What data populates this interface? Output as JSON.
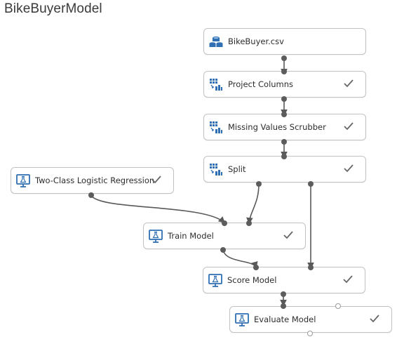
{
  "experiment": {
    "title": "BikeBuyerModel"
  },
  "modules": [
    {
      "label": "BikeBuyer.csv",
      "icon": "dataset-icon",
      "status": ""
    },
    {
      "label": "Project Columns",
      "icon": "table-transform-icon",
      "status": "completed-check"
    },
    {
      "label": "Missing Values Scrubber",
      "icon": "table-transform-icon",
      "status": "completed-check"
    },
    {
      "label": "Split",
      "icon": "table-transform-icon",
      "status": "completed-check"
    },
    {
      "label": "Two-Class Logistic Regression",
      "icon": "model-flask-icon",
      "status": "completed-check"
    },
    {
      "label": "Train Model",
      "icon": "model-flask-icon",
      "status": "completed-check"
    },
    {
      "label": "Score Model",
      "icon": "model-flask-icon",
      "status": "completed-check"
    },
    {
      "label": "Evaluate Model",
      "icon": "model-flask-icon",
      "status": "completed-check"
    }
  ],
  "colors": {
    "accent": "#2f6fb3",
    "edge": "#595959",
    "check": "#666666",
    "node_border": "#c2c2c2"
  }
}
